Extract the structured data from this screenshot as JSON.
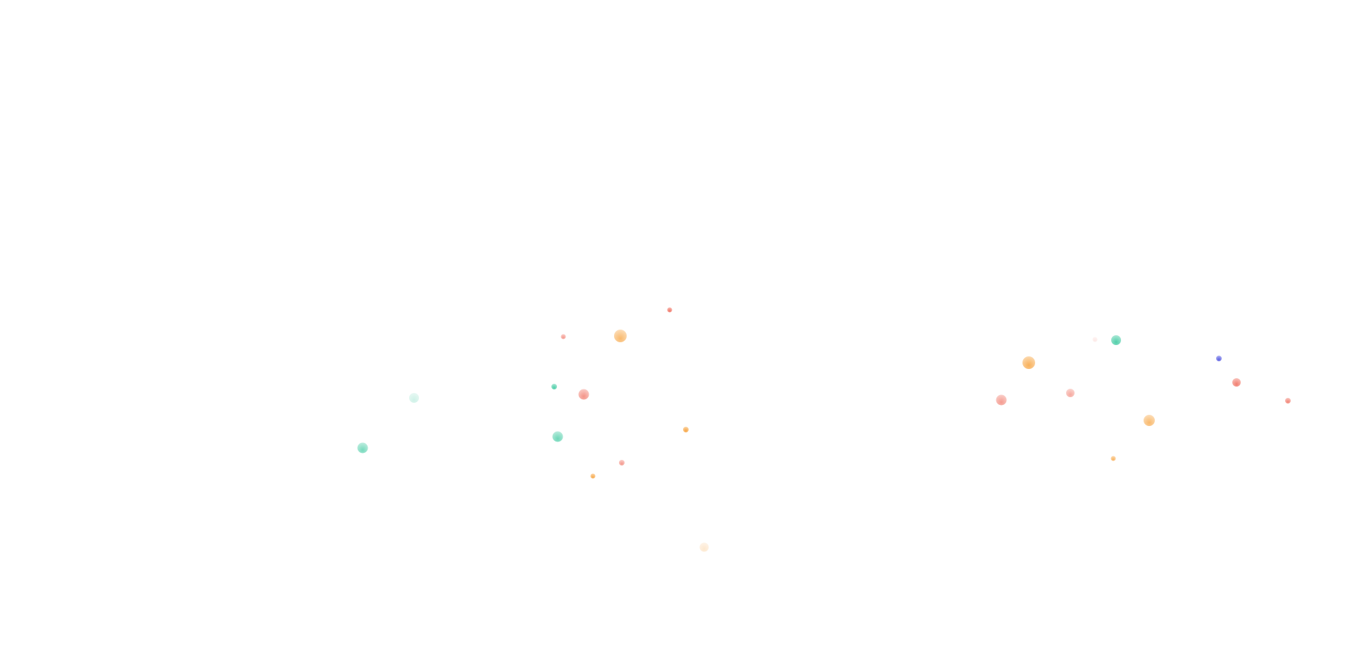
{
  "colors": {
    "background": "#ffffff",
    "teal": "#3cc9a0",
    "orange": "#f7a23c",
    "coral": "#f07060",
    "indigo": "#4a4fe0"
  },
  "particles": [
    {
      "color": "coral",
      "opacity": 0.95
    },
    {
      "color": "orange",
      "opacity": 0.75
    },
    {
      "color": "coral",
      "opacity": 0.7
    },
    {
      "color": "teal",
      "opacity": 0.9
    },
    {
      "color": "coral",
      "opacity": 0.75
    },
    {
      "color": "teal",
      "opacity": 0.25
    },
    {
      "color": "teal",
      "opacity": 0.7
    },
    {
      "color": "teal",
      "opacity": 0.75
    },
    {
      "color": "orange",
      "opacity": 0.95
    },
    {
      "color": "coral",
      "opacity": 0.7
    },
    {
      "color": "orange",
      "opacity": 0.9
    },
    {
      "color": "orange",
      "opacity": 0.25
    },
    {
      "color": "teal",
      "opacity": 0.9
    },
    {
      "color": "coral",
      "opacity": 0.15
    },
    {
      "color": "orange",
      "opacity": 0.85
    },
    {
      "color": "coral",
      "opacity": 0.7
    },
    {
      "color": "coral",
      "opacity": 0.6
    },
    {
      "color": "orange",
      "opacity": 0.75
    },
    {
      "color": "orange",
      "opacity": 0.8
    },
    {
      "color": "indigo",
      "opacity": 0.9
    },
    {
      "color": "coral",
      "opacity": 0.9
    },
    {
      "color": "coral",
      "opacity": 0.85
    }
  ]
}
